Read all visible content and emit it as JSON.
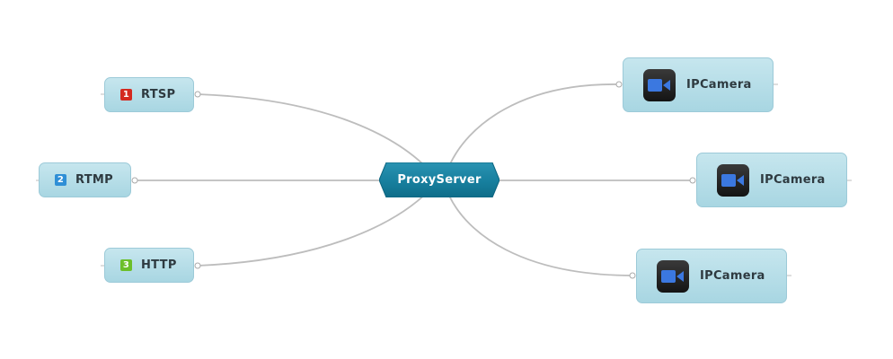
{
  "diagram": {
    "center": {
      "label": "ProxyServer"
    },
    "left_nodes": [
      {
        "label": "RTSP",
        "badge": "1",
        "badge_color": "#d4291f"
      },
      {
        "label": "RTMP",
        "badge": "2",
        "badge_color": "#2f8fd6"
      },
      {
        "label": "HTTP",
        "badge": "3",
        "badge_color": "#6cbf2a"
      }
    ],
    "right_nodes": [
      {
        "label": "IPCamera",
        "icon": "video-camera-icon"
      },
      {
        "label": "IPCamera",
        "icon": "video-camera-icon"
      },
      {
        "label": "IPCamera",
        "icon": "video-camera-icon"
      }
    ],
    "colors": {
      "center_fill": "#177f9e",
      "node_fill": "#b5dce6",
      "connector": "#bdbdbd",
      "camera_glyph": "#3b78e0"
    }
  }
}
